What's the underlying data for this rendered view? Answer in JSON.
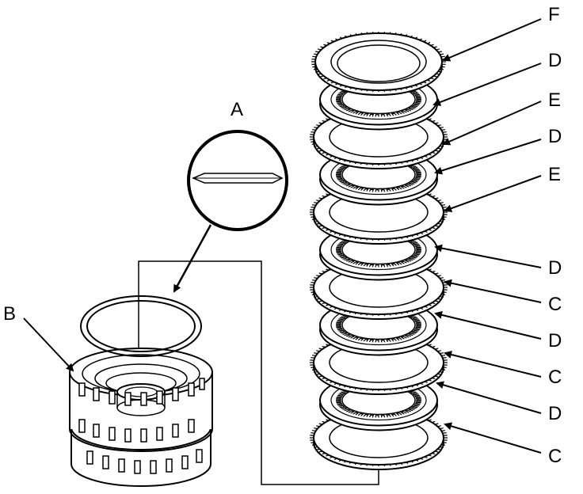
{
  "diagram": {
    "callouts": {
      "a": "A",
      "b": "B",
      "c": "C",
      "d": "D",
      "e": "E",
      "f": "F"
    },
    "stack_labels_top_to_bottom": [
      "F",
      "D",
      "E",
      "D",
      "E",
      "D",
      "C",
      "D",
      "C",
      "D",
      "C"
    ],
    "colors": {
      "ink": "#000000",
      "paper": "#ffffff"
    }
  }
}
